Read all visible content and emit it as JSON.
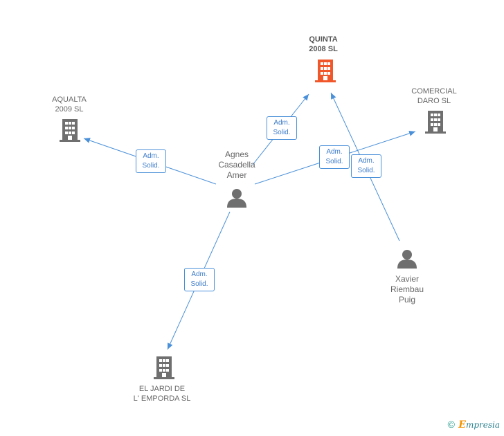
{
  "colors": {
    "edge": "#4a90d9",
    "building": "#6f6f6f",
    "building_highlight": "#f0582b",
    "person": "#6f6f6f"
  },
  "nodes": {
    "quinta": {
      "line1": "QUINTA",
      "line2": "2008 SL",
      "icon": "building-icon"
    },
    "aqualta": {
      "line1": "AQUALTA",
      "line2": "2009 SL",
      "icon": "building-icon"
    },
    "comercial": {
      "line1": "COMERCIAL",
      "line2": "DARO SL",
      "icon": "building-icon"
    },
    "jardi": {
      "line1": "EL JARDI DE",
      "line2": "L' EMPORDA SL",
      "icon": "building-icon"
    },
    "agnes": {
      "line1": "Agnes",
      "line2": "Casadella",
      "line3": "Amer",
      "icon": "person-icon"
    },
    "xavier": {
      "line1": "Xavier",
      "line2": "Riembau",
      "line3": "Puig",
      "icon": "person-icon"
    }
  },
  "edge_labels": [
    {
      "line1": "Adm.",
      "line2": "Solid."
    },
    {
      "line1": "Adm.",
      "line2": "Solid."
    },
    {
      "line1": "Adm.",
      "line2": "Solid."
    },
    {
      "line1": "Adm.",
      "line2": "Solid."
    },
    {
      "line1": "Adm.",
      "line2": "Solid."
    }
  ],
  "footer": {
    "copyright": "©",
    "brand_initial": "E",
    "brand_rest": "mpresia"
  }
}
